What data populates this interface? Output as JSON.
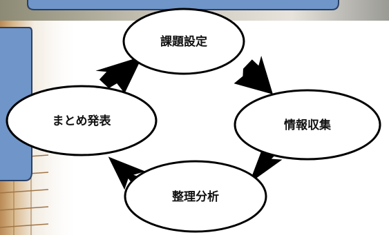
{
  "diagram": {
    "nodes": [
      {
        "id": "kadai",
        "label": "課題設定"
      },
      {
        "id": "joho",
        "label": "情報収集"
      },
      {
        "id": "seiri",
        "label": "整理分析"
      },
      {
        "id": "matome",
        "label": "まとめ発表"
      }
    ],
    "edges": [
      {
        "from": "kadai",
        "to": "joho"
      },
      {
        "from": "joho",
        "to": "seiri"
      },
      {
        "from": "seiri",
        "to": "matome"
      },
      {
        "from": "matome",
        "to": "kadai"
      }
    ]
  },
  "colors": {
    "panel_blue": "#6f95c9",
    "panel_border": "#2b3f63",
    "node_fill": "#ffffff",
    "node_stroke": "#000000",
    "arrow": "#000000"
  }
}
